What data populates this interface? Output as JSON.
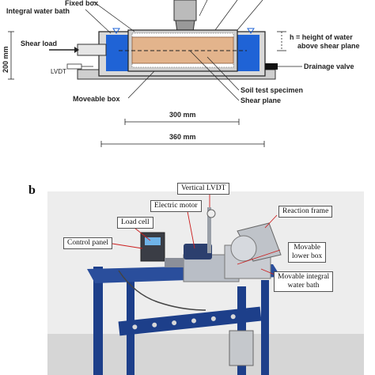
{
  "panel_a": {
    "labels": {
      "fixed_box": "Fixed box",
      "integral_water_bath": "Integral water bath",
      "shear_load": "Shear load",
      "lvdt": "LVDT",
      "moveable_box": "Moveable box",
      "h_line1": "h = height of water",
      "h_line2": "above shear plane",
      "drainage_valve": "Drainage valve",
      "soil_test_specimen": "Soil test specimen",
      "shear_plane": "Shear plane",
      "dim_200": "200 mm",
      "dim_300": "300 mm",
      "dim_360": "360 mm"
    },
    "colors": {
      "water": "#1f63d6",
      "soil": "#e3b48c",
      "box_fill": "#d9d9d9",
      "outline": "#222222"
    }
  },
  "panel_b": {
    "letter": "b",
    "annotations": {
      "vertical_lvdt": "Vertical LVDT",
      "electric_motor": "Electric motor",
      "load_cell": "Load cell",
      "control_panel": "Control panel",
      "reaction_frame": "Reaction frame",
      "movable_lower_box_1": "Movable",
      "movable_lower_box_2": "lower box",
      "bath_1": "Movable integral",
      "bath_2": "water bath"
    },
    "colors": {
      "frame": "#1d3f8a",
      "background": "#e8e8e8",
      "leader": "#cc1f1f"
    }
  }
}
